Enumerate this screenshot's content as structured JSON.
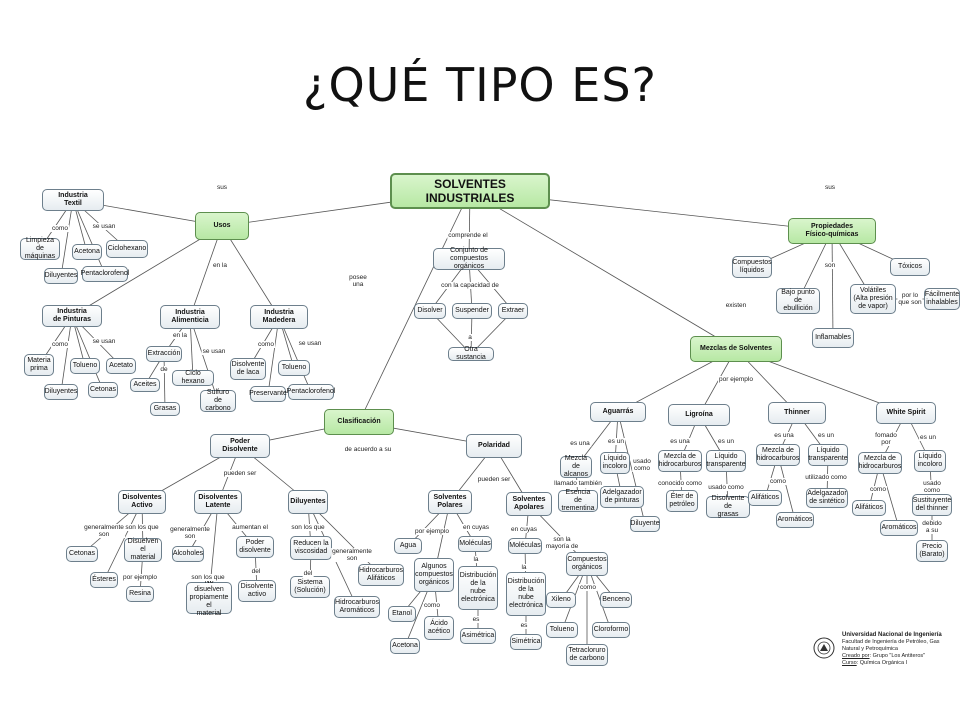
{
  "title": "¿QUÉ TIPO ES?",
  "nodes": {
    "root": "SOLVENTES INDUSTRIALES",
    "usos": "Usos",
    "propiedades": "Propiedades\nFísico-químicas",
    "clasificacion": "Clasificación",
    "mezclas": "Mezclas de Solventes",
    "conjunto": "Conjunto de compuestos\norgánicos",
    "disolver": "Disolver",
    "suspender": "Suspender",
    "extraer": "Extraer",
    "otra_sustancia": "Otra sustancia",
    "ind_textil": "Industria\nTextil",
    "limpieza": "Limpieza\nde máquinas",
    "acetona1": "Acetona",
    "ciclohexano": "Ciclohexano",
    "diluyentes1": "Diluyentes",
    "pentaclorofenol1": "Pentaclorofenol",
    "ind_pinturas": "Industria\nde Pinturas",
    "materia_prima": "Materia\nprima",
    "tolueno1": "Tolueno",
    "acetato": "Acetato",
    "diluyentes2": "Diluyentes",
    "cetonas1": "Cetonas",
    "ind_alimenticia": "Industria\nAlimenticia",
    "extraccion": "Extracción",
    "aceites": "Aceites",
    "grasas": "Grasas",
    "ciclo_hexano": "Ciclo hexano",
    "sulfuro": "Sulfuro de\ncarbono",
    "ind_madedera": "Industria\nMadedera",
    "disolvente_laca": "Disolvente\nde laca",
    "tolueno2": "Tolueno",
    "preservante": "Preservante",
    "pentaclorofenol2": "Pentaclorofenol",
    "compuestos_liquidos": "Compuestos\nlíquidos",
    "toxicos": "Tóxicos",
    "bajo_punto": "Bajo punto\nde ebullición",
    "volatiles": "Volátiles\n(Alta presión\nde vapor)",
    "facilmente": "Fácilmente\ninhalables",
    "inflamables": "Inflamables",
    "aguarras": "Aguarrás",
    "ligroina": "Ligroína",
    "thinner": "Thinner",
    "white_spirit": "White Spirit",
    "mezcla_alcanos": "Mezcla de\nalcanos",
    "liquido_incoloro1": "Líquido\nincoloro",
    "esencia": "Esencia de\ntrementina",
    "adelgazador_pinturas": "Adelgazador\nde pinturas",
    "diluyente3": "Diluyente",
    "mezcla_hc1": "Mezcla de\nhidrocarburos",
    "liquido_transparente1": "Líquido\ntransparente",
    "eter_petroleo": "Éter de\npetróleo",
    "disolvente_grasas": "Disolvente de\ngrasas",
    "mezcla_hc2": "Mezcla de\nhidrocarburos",
    "liquido_transparente2": "Líquido\ntransparente",
    "alifaticos1": "Alifáticos",
    "adelgazador_sintetico": "Adelgazador\nde sintético",
    "aromaticos1": "Aromáticos",
    "mezcla_hc3": "Mezcla de\nhidrocarburos",
    "liquido_incoloro2": "Líquido\nincoloro",
    "alifaticos2": "Alifáticos",
    "sustituyente": "Sustituyente\ndel thinner",
    "aromaticos2": "Aromáticos",
    "precio": "Precio\n(Barato)",
    "poder_disolvente": "Poder Disolvente",
    "polaridad": "Polaridad",
    "dis_activo": "Disolventes\nActivo",
    "dis_latente": "Disolventes\nLatente",
    "diluyentes4": "Diluyentes",
    "cetonas2": "Cetonas",
    "esteres": "Ésteres",
    "disuelven_material": "Disuelven el\nmaterial",
    "resina": "Resina",
    "alcoholes": "Alcoholes",
    "no_disuelven": "No disuelven\npropiamente el\nmaterial",
    "poder_disolvente2": "Poder\ndisolvente",
    "disolvente_activo": "Disolvente\nactivo",
    "reducen_viscosidad": "Reducen la\nviscosidad",
    "sistema": "Sistema\n(Solución)",
    "hc_alifaticos": "Hidrocarburos\nAlifáticos",
    "hc_aromaticos": "Hidrocarburos\nAromáticos",
    "polares": "Solventes\nPolares",
    "apolares": "Solventes\nApolares",
    "agua": "Agua",
    "algunos": "Algunos\ncompuestos\norgánicos",
    "etanol": "Etanol",
    "acido_acetico": "Ácido\nacético",
    "acetona3": "Acetona",
    "moleculas1": "Moléculas",
    "distribucion1": "Distribución\nde la\nnube\nelectrónica",
    "asimetrica": "Asimétrica",
    "moleculas2": "Moléculas",
    "distribucion2": "Distribución\nde la\nnube\nelectrónica",
    "simetrica": "Simétrica",
    "compuestos_organicos": "Compuestos\norgánicos",
    "xileno": "Xileno",
    "benceno": "Benceno",
    "tolueno3": "Tolueno",
    "cloroformo": "Cloroformo",
    "tetracloruro": "Tetracloruro\nde carbono"
  },
  "labels": {
    "sus1": "sus",
    "sus2": "sus",
    "comprende": "comprende el",
    "capacidad": "con la capacidad de",
    "a": "a",
    "posee": "posee\nuna",
    "existen": "existen",
    "como_t": "como",
    "se_usan_t": "se usan",
    "en_la_u": "en la",
    "como_p": "como",
    "se_usan_p": "se usan",
    "en_la_a": "en la",
    "de_a": "de",
    "se_usan_a": "se usan",
    "como_m": "como",
    "se_usan_m": "se usan",
    "son_pr": "son",
    "por_lo_que": "por lo\nque son",
    "por_ejemplo_mz": "por ejemplo",
    "es_una_ag": "es una",
    "es_un_ag": "es un",
    "llamado": "llamado también",
    "usado_como_ag": "usado\ncomo",
    "es_una_li": "es una",
    "es_un_li": "es un",
    "conocido": "conocido como",
    "usado_como_li": "usado como",
    "es_una_th": "es una",
    "es_un_th": "es un",
    "como_th": "como",
    "utilizado": "utilizado como",
    "formado": "fomado\npor",
    "es_un_ws": "es un",
    "como_ws": "como",
    "usado_como_ws": "usado como",
    "debido": "debido\na su",
    "de_acuerdo": "de acuerdo a su",
    "pueden_ser1": "pueden ser",
    "pueden_ser2": "pueden ser",
    "generalmente_son1": "generalmente\nson",
    "son_los_que1": "son los que",
    "por_ejemplo_da": "por ejemplo",
    "generalmente_son2": "generalmente\nson",
    "aumentan": "aumentan el",
    "son_los_que2": "son los que",
    "del": "del",
    "son_los_que3": "son los que",
    "del2": "del",
    "generalmente_son3": "generalmente\nson",
    "por_ejemplo_po": "por ejemplo",
    "en_cuyas1": "en cuyas",
    "como_po": "como",
    "la1": "la",
    "es1": "es",
    "en_cuyas2": "en cuyas",
    "la2": "la",
    "es2": "es",
    "son_la_mayoria": "son la\nmayoría de",
    "como_ap": "como"
  },
  "credits": {
    "university": "Universidad Nacional de Ingeniería",
    "faculty": "Facultad de Ingeniería de Petróleo, Gas Natural y Petroquímica",
    "created_label": "Creado por",
    "created_value": ": Grupo \"Los Antiteros\"",
    "course_label": "Curso",
    "course_value": ": Química Orgánica I"
  },
  "colors": {
    "green_fill": "#bfe9ae",
    "node_border": "#6d7f8c",
    "edge": "#555555"
  },
  "icons": {
    "logo": "university-seal-icon"
  }
}
